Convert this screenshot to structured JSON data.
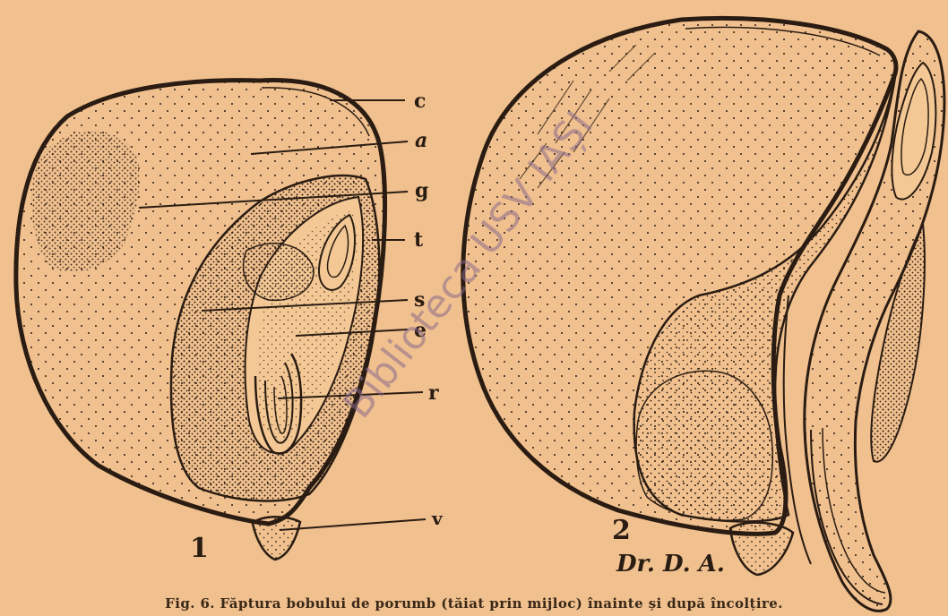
{
  "figure": {
    "labels": {
      "c": "c",
      "a": "a",
      "g": "g",
      "t": "t",
      "s": "s",
      "e": "e",
      "r": "r",
      "v": "v"
    },
    "numbers": {
      "first": "1",
      "second": "2"
    },
    "signature": "Dr. D. A.",
    "watermark": "Biblioteca USV IAȘI",
    "caption": "Fig. 6. Făptura bobului de porumb (tăiat prin mijloc) înainte și după încolțire."
  },
  "colors": {
    "paper": "#f0c08e",
    "ink": "#2a1c12",
    "watermark": "#8a6a8c"
  }
}
